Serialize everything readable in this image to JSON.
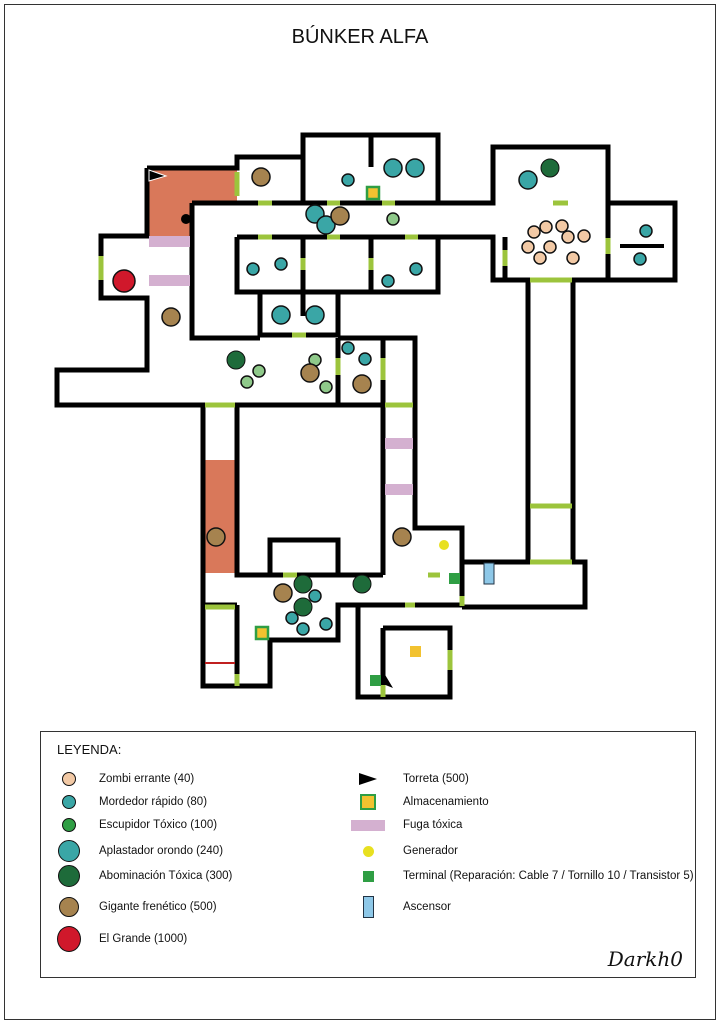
{
  "title": "BÚNKER ALFA",
  "legend": {
    "heading": "LEYENDA:",
    "enemies": [
      {
        "label": "Zombi errante (40)",
        "color": "#f2c9a5"
      },
      {
        "label": "Mordedor rápido (80)",
        "color": "#3aa6a6"
      },
      {
        "label": "Escupidor Tóxico (100)",
        "color": "#2f9e44"
      },
      {
        "label": "Aplastador orondo (240)",
        "color": "#3aa6a6"
      },
      {
        "label": "Abominación Tóxica (300)",
        "color": "#1e6b3a"
      },
      {
        "label": "Gigante frenético (500)",
        "color": "#a6834f"
      },
      {
        "label": "El Grande (1000)",
        "color": "#d0182b"
      }
    ],
    "objects": [
      {
        "label": "Torreta (500)"
      },
      {
        "label": "Almacenamiento",
        "color": "#f2c230"
      },
      {
        "label": "Fuga tóxica",
        "color": "#d4b0d0"
      },
      {
        "label": "Generador",
        "color": "#e8e020"
      },
      {
        "label": "Terminal (Reparación: Cable 7 / Tornillo 10 / Transistor 5)",
        "color": "#2f9e44"
      },
      {
        "label": "Ascensor",
        "color": "#8ec8e8"
      }
    ]
  },
  "signature": "Darkh0",
  "colors": {
    "door": "#9cc43c",
    "hazard_floor": "#d9785a",
    "wall": "#000000"
  }
}
